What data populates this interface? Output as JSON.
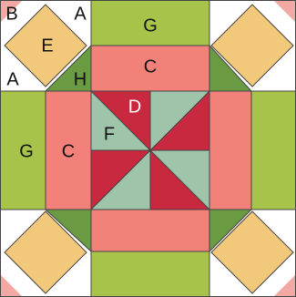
{
  "diagram": {
    "colors": {
      "white": "#ffffff",
      "green": "#a8c34a",
      "dark_green": "#6a9a42",
      "salmon": "#f2817a",
      "red": "#c8293f",
      "sage": "#9ec5aa",
      "tan": "#f2c97a",
      "pink": "#f2a9a4",
      "line": "#444444",
      "text_dark": "#111111",
      "text_light": "#ffffff"
    },
    "labels": {
      "B": "B",
      "A_top": "A",
      "E": "E",
      "G_top": "G",
      "C_top": "C",
      "A_left": "A",
      "H": "H",
      "D": "D",
      "F": "F",
      "G_left": "G",
      "C_left": "C"
    }
  }
}
